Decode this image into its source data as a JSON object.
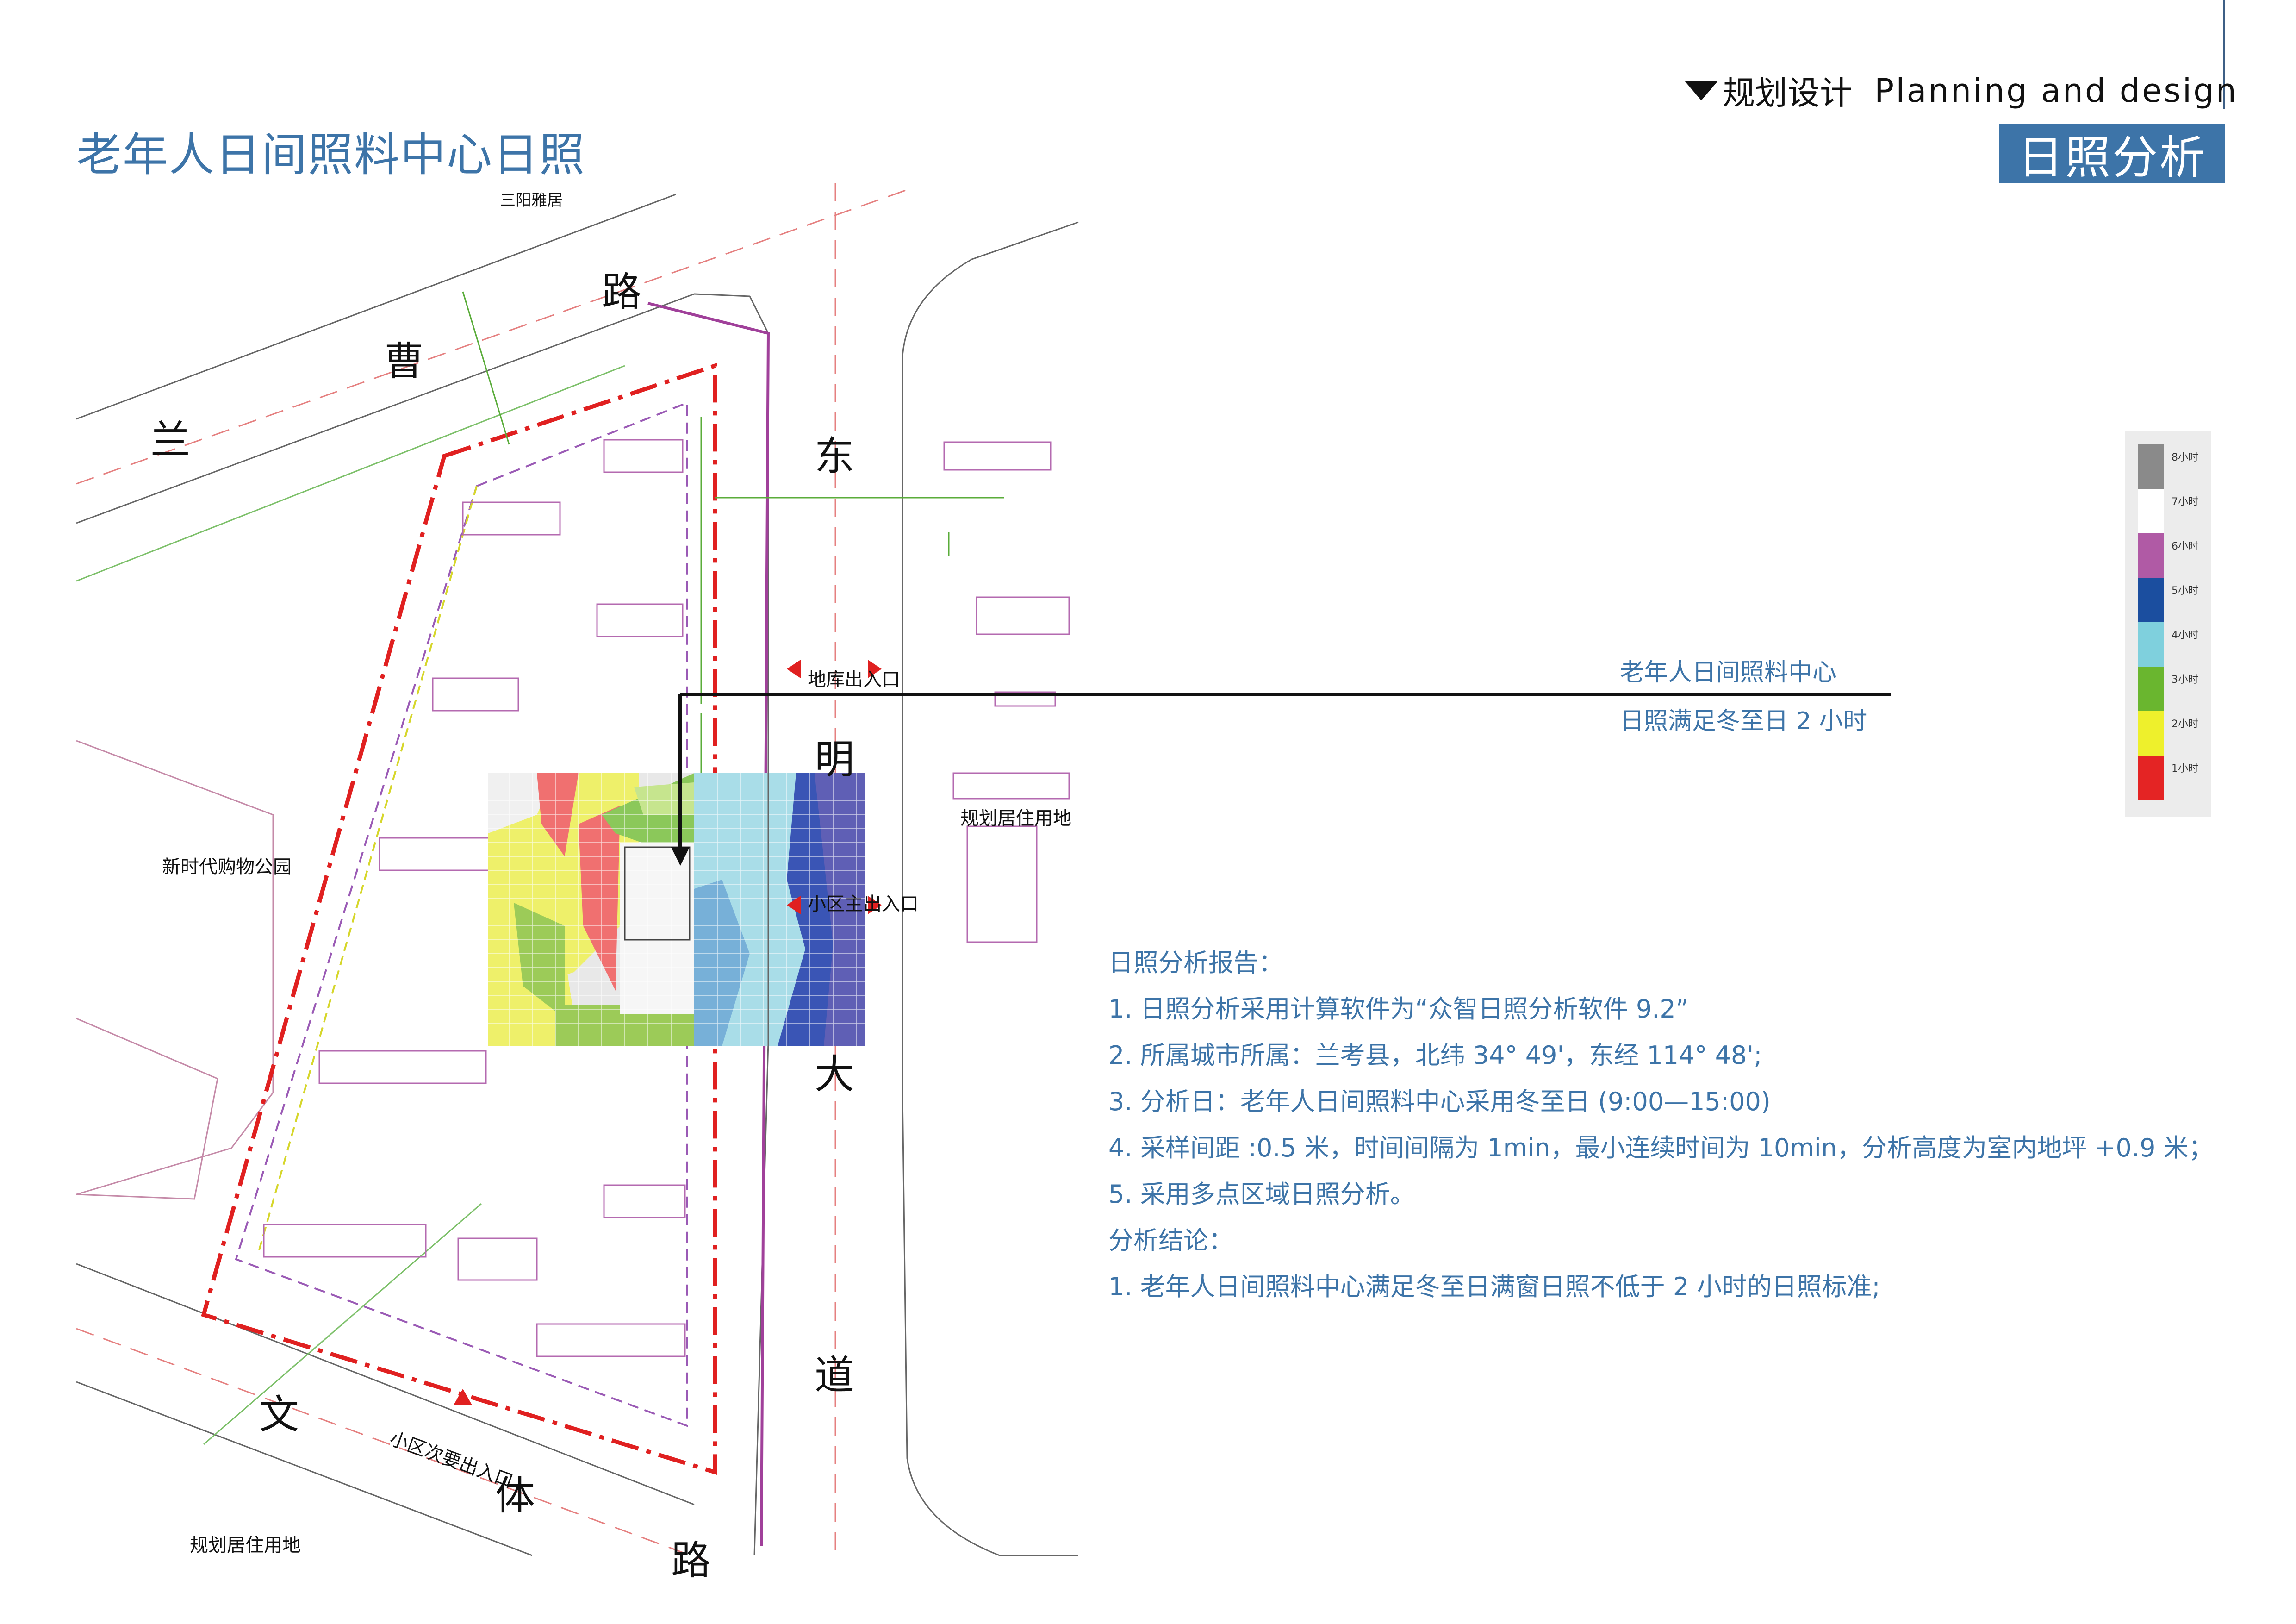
{
  "header": {
    "page_title": "老年人日间照料中心日照",
    "section_cn": "规划设计",
    "section_en": "Planning and design",
    "badge": "日照分析"
  },
  "plan": {
    "roads": {
      "north": [
        "兰",
        "曹",
        "路"
      ],
      "east": [
        "东",
        "明",
        "大",
        "道"
      ],
      "south": [
        "文",
        "体",
        "路"
      ]
    },
    "labels": {
      "top_cut": "三阳雅居",
      "garage_exit": "地库出入口",
      "main_entrance": "小区主出入口",
      "secondary_entrance": "小区次要出入口",
      "park": "新时代购物公园",
      "planned_res_east": "规划居住用地",
      "planned_res_south": "规划居住用地"
    }
  },
  "legend": {
    "items": [
      {
        "label": "8小时",
        "color": "#8a8a8a"
      },
      {
        "label": "7小时",
        "color": "#ffffff"
      },
      {
        "label": "6小时",
        "color": "#b05aa5"
      },
      {
        "label": "5小时",
        "color": "#1b4e9f"
      },
      {
        "label": "4小时",
        "color": "#7fd0dd"
      },
      {
        "label": "3小时",
        "color": "#6ab62f"
      },
      {
        "label": "2小时",
        "color": "#eef02c"
      },
      {
        "label": "1小时",
        "color": "#e42424"
      }
    ]
  },
  "callout": {
    "line1": "老年人日间照料中心",
    "line2": "日照满足冬至日 2 小时"
  },
  "report": {
    "heading": "日照分析报告：",
    "items": [
      "1. 日照分析采用计算软件为“众智日照分析软件 9.2”",
      "2. 所属城市所属：兰考县，北纬 34° 49'，东经 114° 48';",
      "3. 分析日：老年人日间照料中心采用冬至日 (9:00—15:00)",
      "4. 采样间距 :0.5 米，时间间隔为 1min，最小连续时间为 10min，分析高度为室内地坪 +0.9 米；",
      "5. 采用多点区域日照分析。"
    ],
    "conclusion_heading": "分析结论：",
    "conclusions": [
      "1. 老年人日间照料中心满足冬至日满窗日照不低于 2 小时的日照标准;"
    ]
  }
}
